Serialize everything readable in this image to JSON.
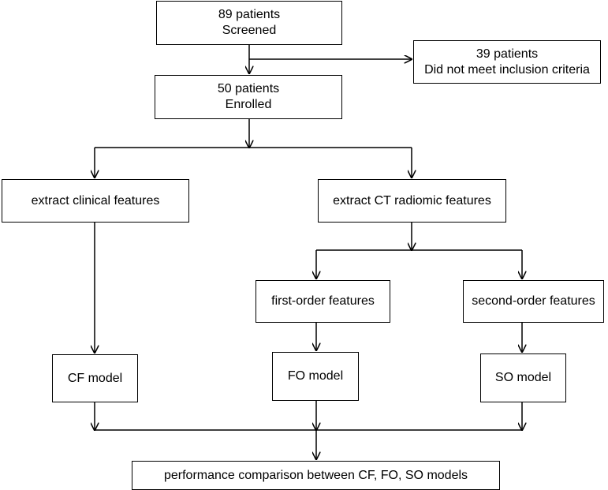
{
  "nodes": {
    "screened": {
      "count": "89 patients",
      "label": "Screened"
    },
    "excluded": {
      "count": "39 patients",
      "label": "Did not meet inclusion criteria"
    },
    "enrolled": {
      "count": "50 patients",
      "label": "Enrolled"
    },
    "clinical": {
      "label": "extract clinical features"
    },
    "radiomic": {
      "label": "extract CT radiomic features"
    },
    "first_order": {
      "label": "first-order features"
    },
    "second_order": {
      "label": "second-order features"
    },
    "cf_model": {
      "label": "CF model"
    },
    "fo_model": {
      "label": "FO model"
    },
    "so_model": {
      "label": "SO model"
    },
    "comparison": {
      "label": "performance comparison between CF, FO, SO models"
    }
  },
  "colors": {
    "line": "#000000",
    "box_fill": "#ffffff"
  }
}
